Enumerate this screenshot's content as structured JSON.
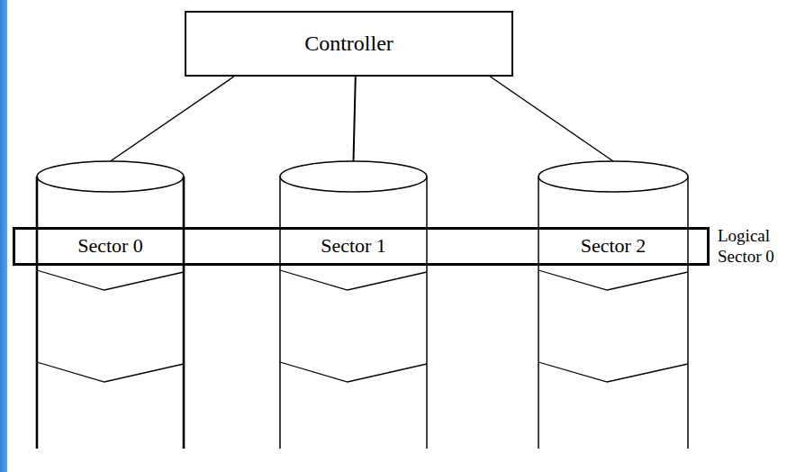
{
  "diagram": {
    "nodes": [
      {
        "text": [
          "Controller"
        ]
      },
      {
        "text": [
          "Sector 0"
        ]
      },
      {
        "text": [
          "Sector 1"
        ]
      },
      {
        "text": [
          "Sector 2"
        ]
      },
      {
        "text": [
          "Logical Sector 0"
        ]
      }
    ],
    "edges": [
      {
        "from": 0,
        "to": 1,
        "arrow": "none"
      },
      {
        "from": 0,
        "to": 2,
        "arrow": "none"
      },
      {
        "from": 0,
        "to": 3,
        "arrow": "none"
      }
    ]
  }
}
